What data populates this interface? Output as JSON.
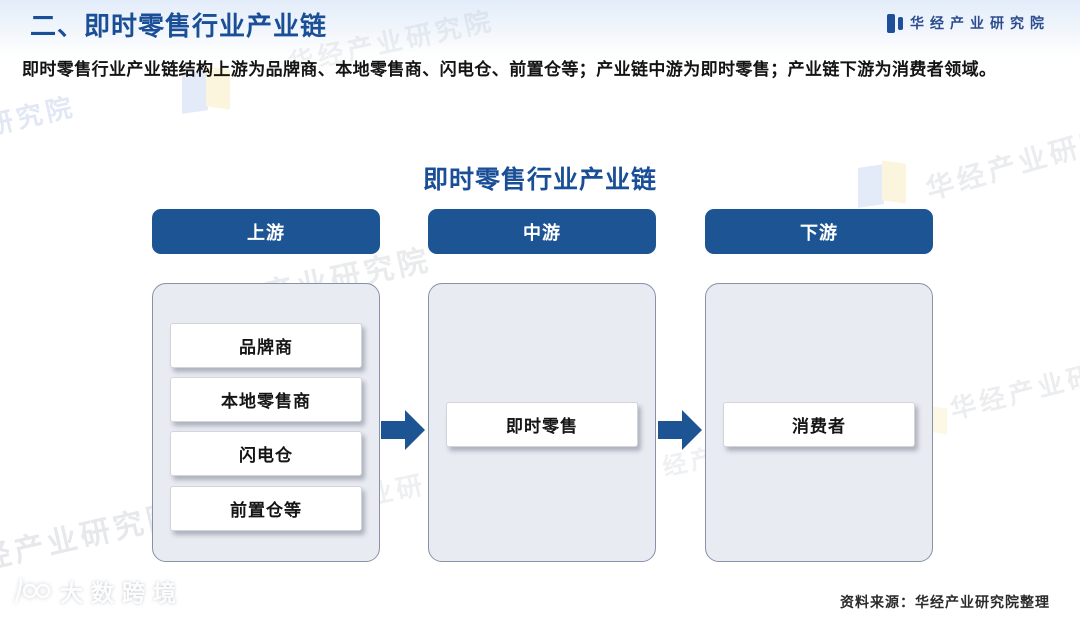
{
  "header": {
    "title": "二、即时零售行业产业链",
    "brand": "华经产业研究院"
  },
  "intro": "即时零售行业产业链结构上游为品牌商、本地零售商、闪电仓、前置仓等；产业链中游为即时零售；产业链下游为消费者领域。",
  "diagram": {
    "title": "即时零售行业产业链",
    "columns": [
      {
        "header": "上游",
        "items": [
          "品牌商",
          "本地零售商",
          "闪电仓",
          "前置仓等"
        ]
      },
      {
        "header": "中游",
        "items": [
          "即时零售"
        ]
      },
      {
        "header": "下游",
        "items": [
          "消费者"
        ]
      }
    ]
  },
  "source": "资料来源：华经产业研究院整理",
  "watermarks": {
    "brand": "华经产业研究院",
    "fragments": [
      "研究院",
      "产业研究院",
      "经产业研究院",
      "华经产业研",
      "业研",
      "经产"
    ],
    "footer_logo": "大数跨境"
  },
  "colors": {
    "accent_blue": "#1d5494",
    "title_blue": "#1a4f97",
    "container_fill": "#e9ebf2",
    "container_border": "#8892a6",
    "logo_yellow": "#f2cb4e"
  }
}
